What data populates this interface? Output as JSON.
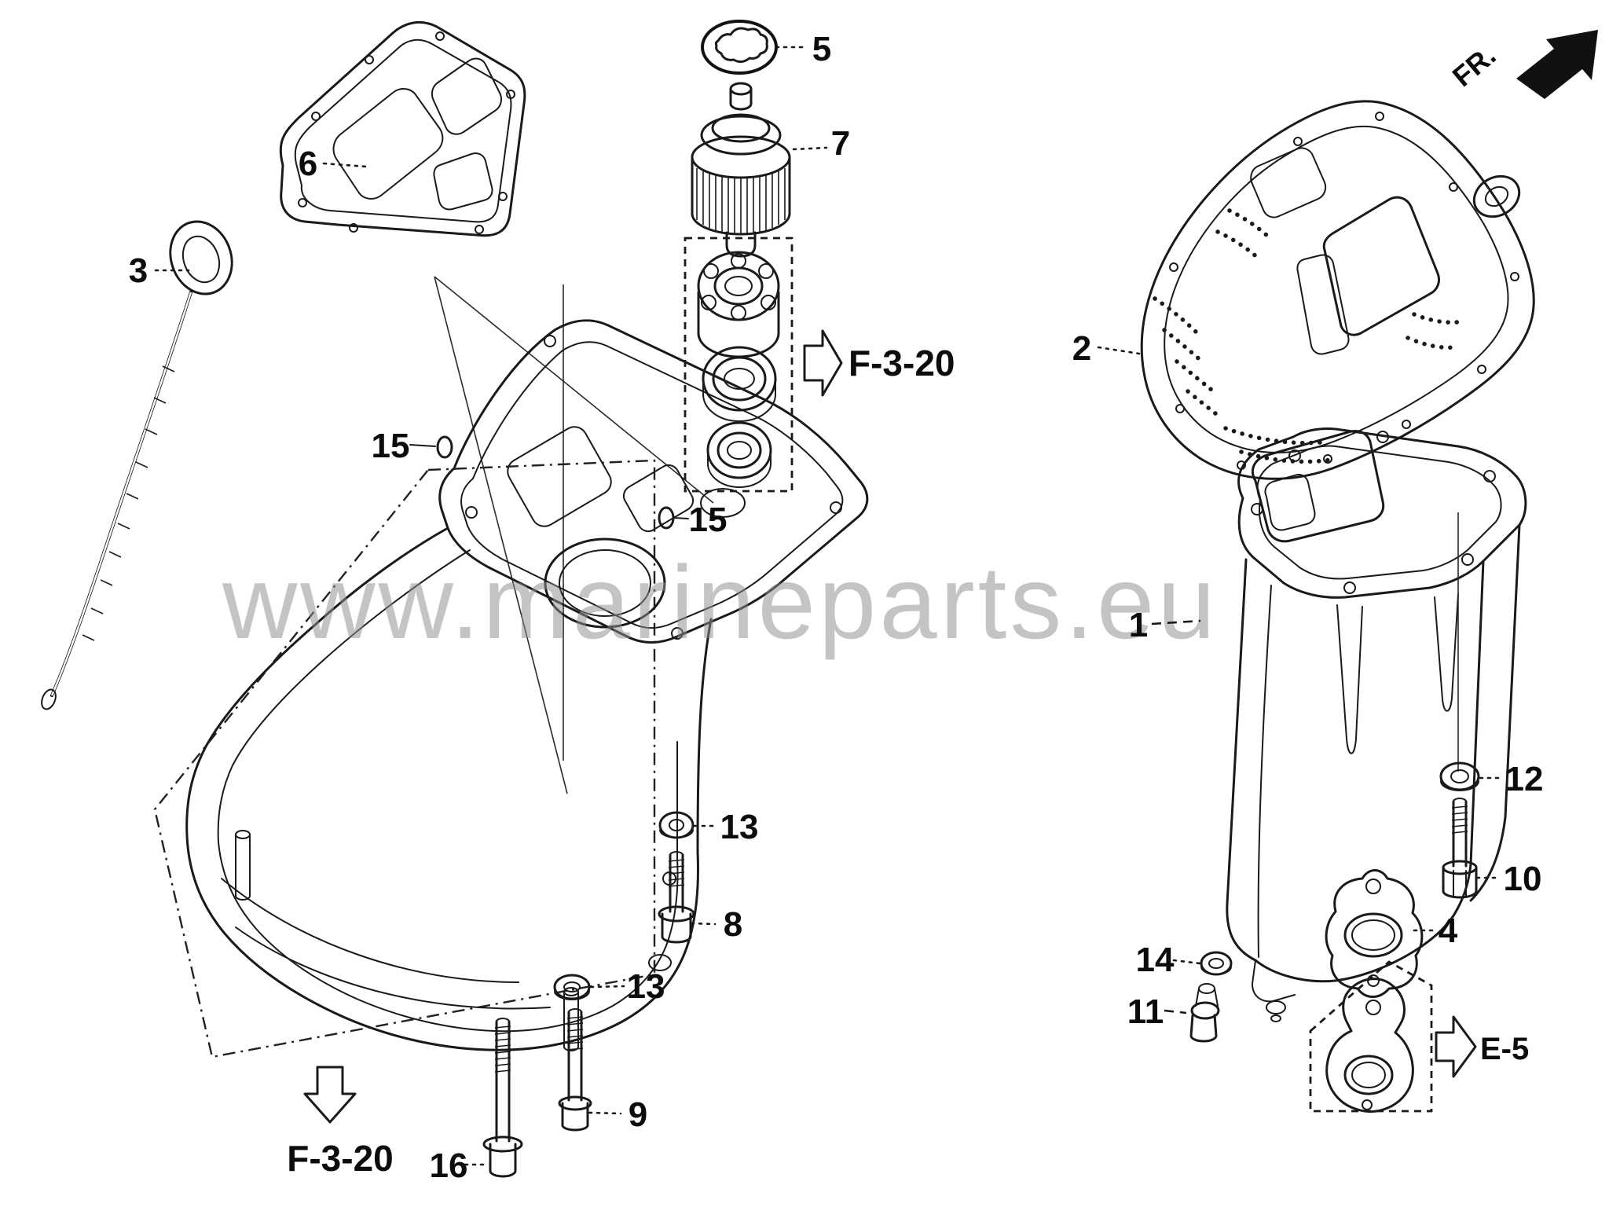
{
  "watermark": {
    "text": "www.marineparts.eu"
  },
  "orientation": {
    "label": "FR."
  },
  "references": {
    "mid": {
      "label": "F-3-20"
    },
    "bottom": {
      "label": "F-3-20"
    },
    "e5": {
      "label": "E-5"
    }
  },
  "callouts": [
    {
      "part": "5"
    },
    {
      "part": "7"
    },
    {
      "part": "6"
    },
    {
      "part": "3"
    },
    {
      "part": "15"
    },
    {
      "part": "15"
    },
    {
      "part": "2"
    },
    {
      "part": "1"
    },
    {
      "part": "13"
    },
    {
      "part": "8"
    },
    {
      "part": "13"
    },
    {
      "part": "9"
    },
    {
      "part": "16"
    },
    {
      "part": "12"
    },
    {
      "part": "10"
    },
    {
      "part": "4"
    },
    {
      "part": "14"
    },
    {
      "part": "11"
    }
  ],
  "colors": {
    "line": "#1a1a1a",
    "watermark": "#8f8f8f",
    "background": "#ffffff"
  }
}
